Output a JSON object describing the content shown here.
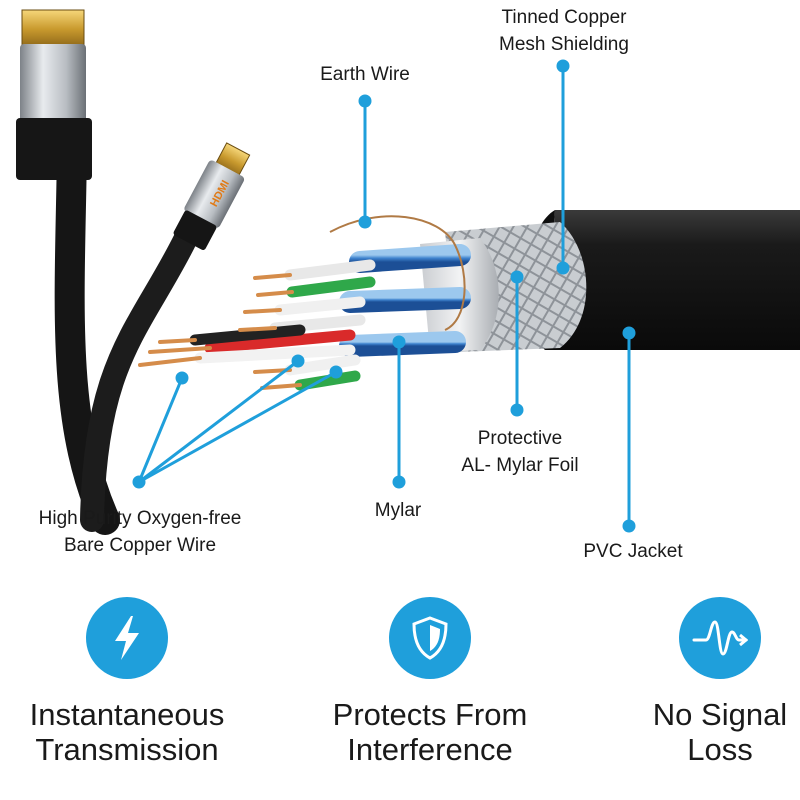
{
  "labels": {
    "tinned_copper": [
      "Tinned Copper",
      "Mesh Shielding"
    ],
    "earth_wire": "Earth Wire",
    "protective_foil": [
      "Protective",
      "AL- Mylar Foil"
    ],
    "mylar": "Mylar",
    "pvc_jacket": "PVC Jacket",
    "copper_wire": [
      "High Purity Oxygen-free",
      "Bare Copper Wire"
    ]
  },
  "connector_text": "HDMI",
  "features": [
    {
      "icon": "lightning-bolt-icon",
      "lines": [
        "Instantaneous",
        "Transmission"
      ]
    },
    {
      "icon": "shield-icon",
      "lines": [
        "Protects From",
        "Interference"
      ]
    },
    {
      "icon": "signal-wave-icon",
      "lines": [
        "No Signal",
        "Loss"
      ]
    }
  ],
  "colors": {
    "accent": "#1f9fdb",
    "cable": "#141414",
    "text": "#1a1a1a"
  }
}
